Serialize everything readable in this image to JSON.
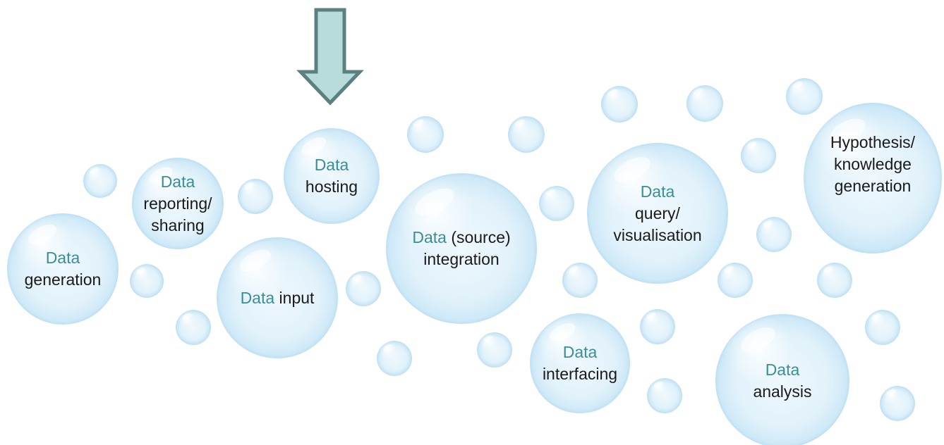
{
  "colors": {
    "keyword": "#3a8e98",
    "text": "#1a1a1a",
    "arrow_fill": "#b7dcdb",
    "arrow_stroke": "#5c7f80",
    "bubble_edge": "#94c9e9"
  },
  "arrow": {
    "icon": "down-arrow-icon"
  },
  "bubbles": {
    "data_generation": {
      "keyword": "Data",
      "rest": "generation"
    },
    "data_reporting": {
      "keyword": "Data",
      "line2": "reporting/",
      "line3": "sharing"
    },
    "data_hosting": {
      "keyword": "Data",
      "rest": "hosting"
    },
    "data_input": {
      "keyword": "Data",
      "rest": "input"
    },
    "data_integration": {
      "keyword": "Data",
      "rest_inline": "(source)",
      "line2": "integration"
    },
    "data_interfacing": {
      "keyword": "Data",
      "rest": "interfacing"
    },
    "data_query": {
      "keyword": "Data",
      "line2": "query/",
      "line3": "visualisation"
    },
    "data_analysis": {
      "keyword": "Data",
      "rest": "analysis"
    },
    "hypothesis": {
      "line1": "Hypothesis/",
      "line2": "knowledge",
      "line3": "generation"
    }
  }
}
